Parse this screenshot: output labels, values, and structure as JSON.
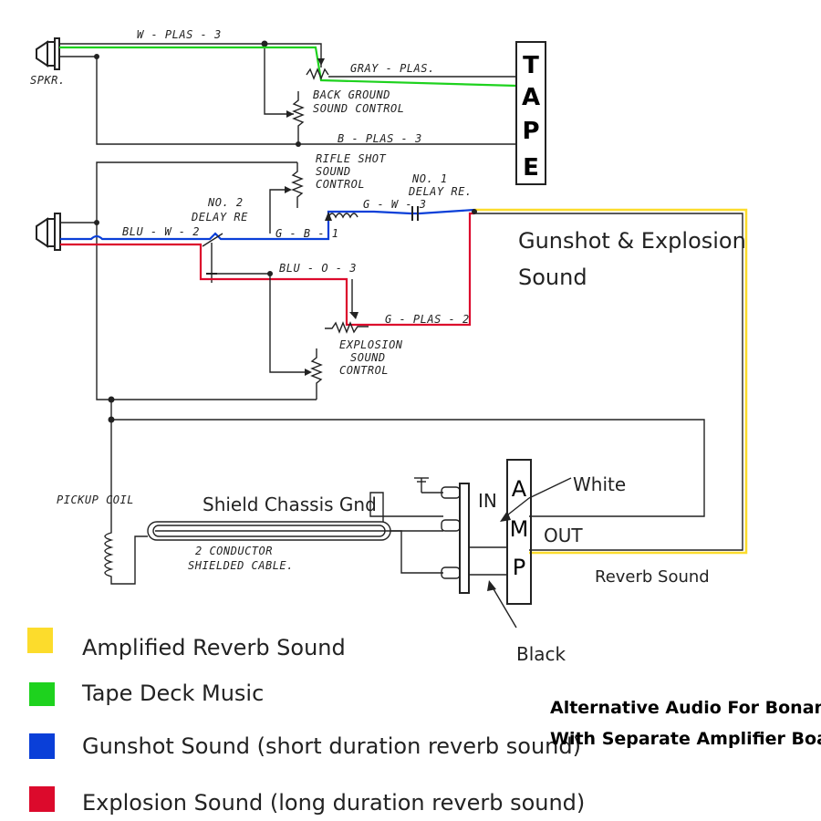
{
  "labels": {
    "spkr": "SPKR.",
    "w_plas_3": "W - PLAS - 3",
    "gray_plas": "GRAY - PLAS.",
    "background_line1": "BACK GROUND",
    "background_line2": "SOUND CONTROL",
    "b_plas_3": "B - PLAS - 3",
    "rifle_line1": "RIFLE SHOT",
    "rifle_line2": "SOUND",
    "rifle_line3": "CONTROL",
    "delay1_line1": "NO. 1",
    "delay1_line2": "DELAY RE.",
    "g_w_3": "G - W - 3",
    "delay2_line1": "NO. 2",
    "delay2_line2": "DELAY RE",
    "blu_w_2": "BLU - W - 2",
    "g_b_1": "G - B - 1",
    "blu_o_3": "BLU - O - 3",
    "g_plas_2": "G - PLAS - 2",
    "explosion_line1": "EXPLOSION",
    "explosion_line2": "SOUND",
    "explosion_line3": "CONTROL",
    "pickup_coil": "PICKUP COIL",
    "cable_line1": "2 CONDUCTOR",
    "cable_line2": "SHIELDED CABLE.",
    "shield_gnd": "Shield Chassis Gnd",
    "gunshot_line1": "Gunshot & Explosion",
    "gunshot_line2": "Sound",
    "in_label": "IN",
    "out_label": "OUT",
    "white_label": "White",
    "black_label": "Black",
    "reverb_sound": "Reverb Sound"
  },
  "tape_letters": [
    "T",
    "A",
    "P",
    "E"
  ],
  "amp_letters": [
    "A",
    "M",
    "P"
  ],
  "legend": [
    {
      "label": "Amplified Reverb Sound",
      "color": "#fcdc2c"
    },
    {
      "label": "Tape Deck Music",
      "color": "#1ed21e"
    },
    {
      "label": "Gunshot Sound (short duration reverb sound)",
      "color": "#0a3fd8"
    },
    {
      "label": "Explosion Sound (long duration reverb sound)",
      "color": "#dc0a2c"
    }
  ],
  "title_lines": [
    "Alternative Audio For Bonanza",
    "With Separate Amplifier Board"
  ],
  "colors": {
    "yellow": "#fcdc2c",
    "green": "#1ed21e",
    "blue": "#0a3fd8",
    "red": "#dc0a2c"
  }
}
